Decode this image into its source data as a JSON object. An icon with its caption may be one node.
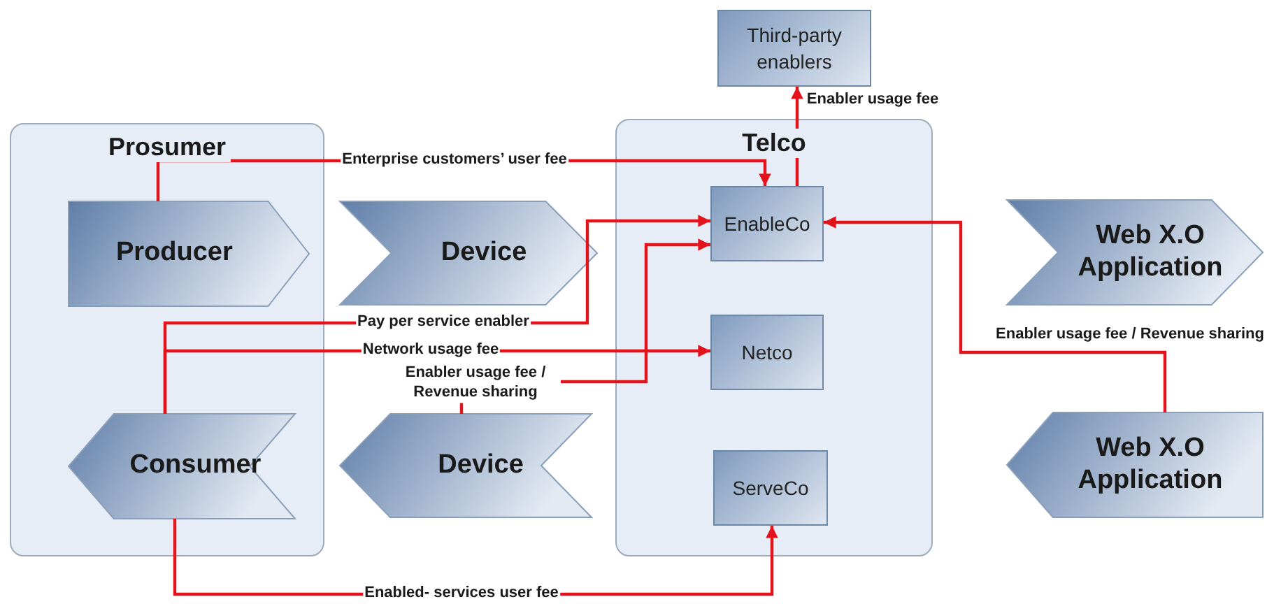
{
  "diagram": {
    "nodes": [
      {
        "text": [
          "Third-party enablers"
        ]
      },
      {
        "text": [
          "Prosumer"
        ]
      },
      {
        "text": [
          "Producer"
        ],
        "in": 1
      },
      {
        "text": [
          "Consumer"
        ],
        "in": 1
      },
      {
        "text": [
          "Device"
        ]
      },
      {
        "text": [
          "Device"
        ]
      },
      {
        "text": [
          "Telco"
        ]
      },
      {
        "text": [
          "EnableCo"
        ],
        "in": 6
      },
      {
        "text": [
          "Netco"
        ],
        "in": 6
      },
      {
        "text": [
          "ServeCo"
        ],
        "in": 6
      },
      {
        "text": [
          "Web X.O Application"
        ]
      },
      {
        "text": [
          "Web X.O Application"
        ]
      }
    ],
    "edges": [
      {
        "from": 2,
        "to": 7,
        "arrow": "to",
        "label": "Enterprise customers’ user fee"
      },
      {
        "from": 7,
        "to": 0,
        "arrow": "to",
        "label": "Enabler usage fee"
      },
      {
        "from": 3,
        "to": 7,
        "arrow": "to",
        "label": "Pay per service enabler"
      },
      {
        "from": 3,
        "to": 8,
        "arrow": "to",
        "label": "Network usage fee"
      },
      {
        "from": 5,
        "to": 7,
        "arrow": "to",
        "label": "Enabler usage fee / Revenue sharing"
      },
      {
        "from": 11,
        "to": 7,
        "arrow": "to",
        "label": "Enabler usage fee / Revenue sharing"
      },
      {
        "from": 3,
        "to": 9,
        "arrow": "to",
        "label": "Enabled- services user fee"
      }
    ]
  }
}
